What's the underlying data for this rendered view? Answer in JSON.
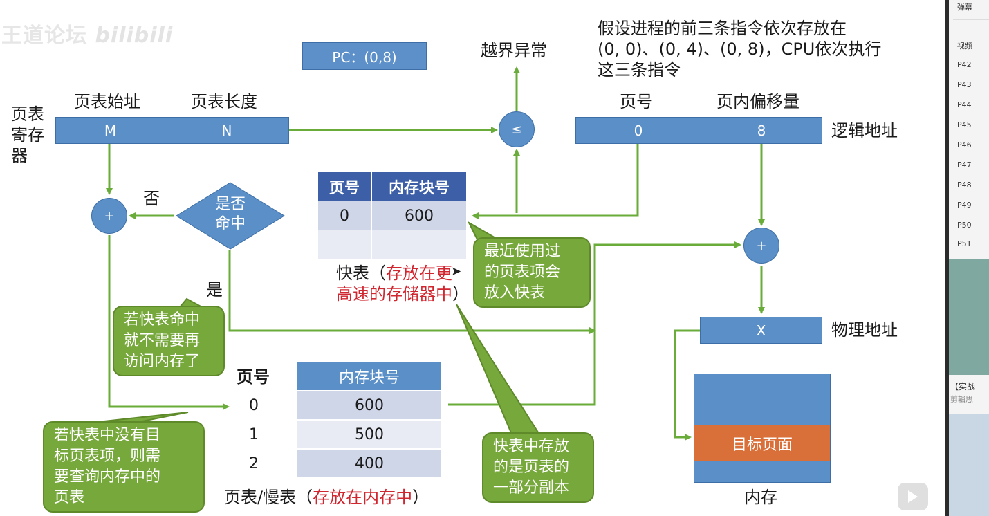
{
  "watermark": "王道论坛",
  "pc": "PC：(0,8)",
  "overflow": "越界异常",
  "note": {
    "line1": "假设进程的前三条指令依次存放在",
    "line2": "(0, 0)、(0, 4)、(0, 8)，CPU依次执行",
    "line3": "这三条指令"
  },
  "ptr": {
    "label_l1": "页表",
    "label_l2": "寄存",
    "label_l3": "器",
    "start_header": "页表始址",
    "len_header": "页表长度",
    "start_val": "M",
    "len_val": "N"
  },
  "compare_symbol": "≤",
  "logical": {
    "page_header": "页号",
    "offset_header": "页内偏移量",
    "page_val": "0",
    "offset_val": "8",
    "label": "逻辑地址"
  },
  "adder_left": "+",
  "adder_right": "+",
  "no_label": "否",
  "yes_label": "是",
  "hit_diamond_l1": "是否",
  "hit_diamond_l2": "命中",
  "tlb": {
    "headers": [
      "页号",
      "内存块号"
    ],
    "row1": [
      "0",
      "600"
    ],
    "row2": [
      "",
      ""
    ],
    "caption_a": "快表（",
    "caption_red": "存放在更",
    "caption_red2": "高速的存储器中",
    "caption_b": "）"
  },
  "callouts": {
    "recent_l1": "最近使用过",
    "recent_l2": "的页表项会",
    "recent_l3": "放入快表",
    "hit_l1": "若快表命中",
    "hit_l2": "就不需要再",
    "hit_l3": "访问内存了",
    "miss_l1": "若快表中没有目",
    "miss_l2": "标页表项，则需",
    "miss_l3": "要查询内存中的",
    "miss_l4": "页表",
    "copy_l1": "快表中存放",
    "copy_l2": "的是页表的",
    "copy_l3": "一部分副本"
  },
  "physical": {
    "val": "X",
    "label": "物理地址"
  },
  "page_table": {
    "col_page": "页号",
    "col_block": "内存块号",
    "rows": [
      [
        "0",
        "600"
      ],
      [
        "1",
        "500"
      ],
      [
        "2",
        "400"
      ]
    ],
    "caption_a": "页表/慢表（",
    "caption_red": "存放在内存中",
    "caption_b": "）"
  },
  "memory": {
    "target": "目标页面",
    "label": "内存"
  },
  "sidebar": {
    "top": "弹幕",
    "list_title": "视频",
    "items": [
      "P42",
      "P43",
      "P44",
      "P45",
      "P46",
      "P47",
      "P48",
      "P49",
      "P50",
      "P51"
    ],
    "card_title": "【实战",
    "card_sub": "剪辑思"
  },
  "colors": {
    "box_blue": "#5b8fc7",
    "callout_green": "#77a83b",
    "arrow_green": "#6aac3a",
    "target_orange": "#d9703a",
    "red_text": "#d0262f"
  }
}
